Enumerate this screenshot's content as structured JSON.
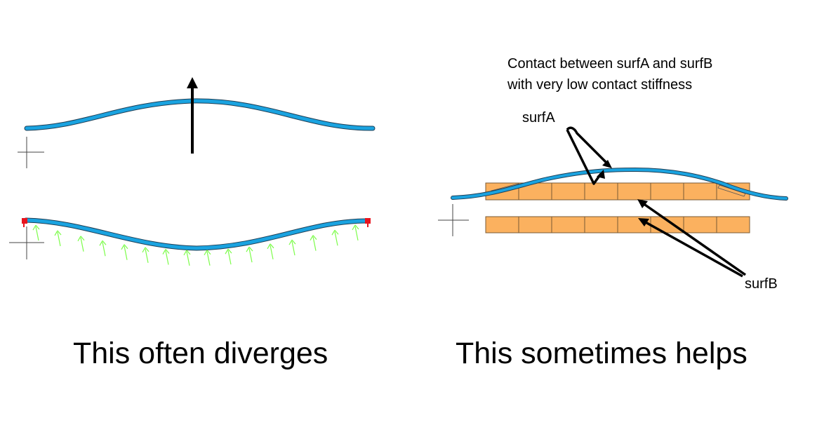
{
  "left_panel": {
    "caption": "This often diverges"
  },
  "right_panel": {
    "caption": "This sometimes helps",
    "contact_note_line1": "Contact between surfA and surfB",
    "contact_note_line2": "with very low contact stiffness",
    "surfA_label": "surfA",
    "surfB_label": "surfB"
  },
  "colors": {
    "beam": "#1aa3e0",
    "block_fill": "#fbb15f",
    "block_edge": "#7a5a35",
    "pressure_arrow": "#7cfc4a",
    "constraint": "#e8141e",
    "pointer": "#000000"
  }
}
